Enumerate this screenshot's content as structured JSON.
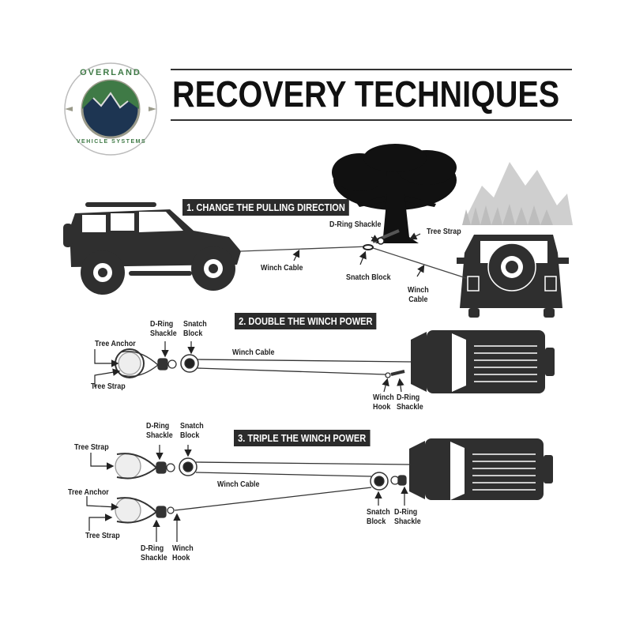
{
  "logo": {
    "top_text": "OVERLAND",
    "bottom_text": "VEHICLE SYSTEMS",
    "colors": {
      "green": "#3f7a46",
      "navy": "#1d3552",
      "ring": "#9a9a8a"
    }
  },
  "header": {
    "title": "RECOVERY TECHNIQUES"
  },
  "sections": [
    {
      "title": "1. CHANGE THE PULLING DIRECTION",
      "labels": {
        "d_ring_shackle": "D-Ring Shackle",
        "tree_strap": "Tree Strap",
        "winch_cable_1": "Winch Cable",
        "snatch_block": "Snatch Block",
        "winch_cable_2_line1": "Winch",
        "winch_cable_2_line2": "Cable"
      }
    },
    {
      "title": "2. DOUBLE THE WINCH POWER",
      "labels": {
        "tree_anchor": "Tree Anchor",
        "tree_strap": "Tree Strap",
        "d_ring_line1": "D-Ring",
        "d_ring_line2": "Shackle",
        "snatch_line1": "Snatch",
        "snatch_line2": "Block",
        "winch_cable": "Winch Cable",
        "winch_hook_line1": "Winch",
        "winch_hook_line2": "Hook",
        "d_ring2_line1": "D-Ring",
        "d_ring2_line2": "Shackle"
      }
    },
    {
      "title": "3. TRIPLE THE WINCH POWER",
      "labels": {
        "tree_strap_top": "Tree Strap",
        "d_ring_line1": "D-Ring",
        "d_ring_line2": "Shackle",
        "snatch_line1": "Snatch",
        "snatch_line2": "Block",
        "winch_cable": "Winch Cable",
        "tree_anchor": "Tree Anchor",
        "tree_strap_bottom": "Tree Strap",
        "d_ring_b_line1": "D-Ring",
        "d_ring_b_line2": "Shackle",
        "winch_hook_line1": "Winch",
        "winch_hook_line2": "Hook",
        "snatch_r_line1": "Snatch",
        "snatch_r_line2": "Block",
        "d_ring_r_line1": "D-Ring",
        "d_ring_r_line2": "Shackle"
      }
    }
  ]
}
